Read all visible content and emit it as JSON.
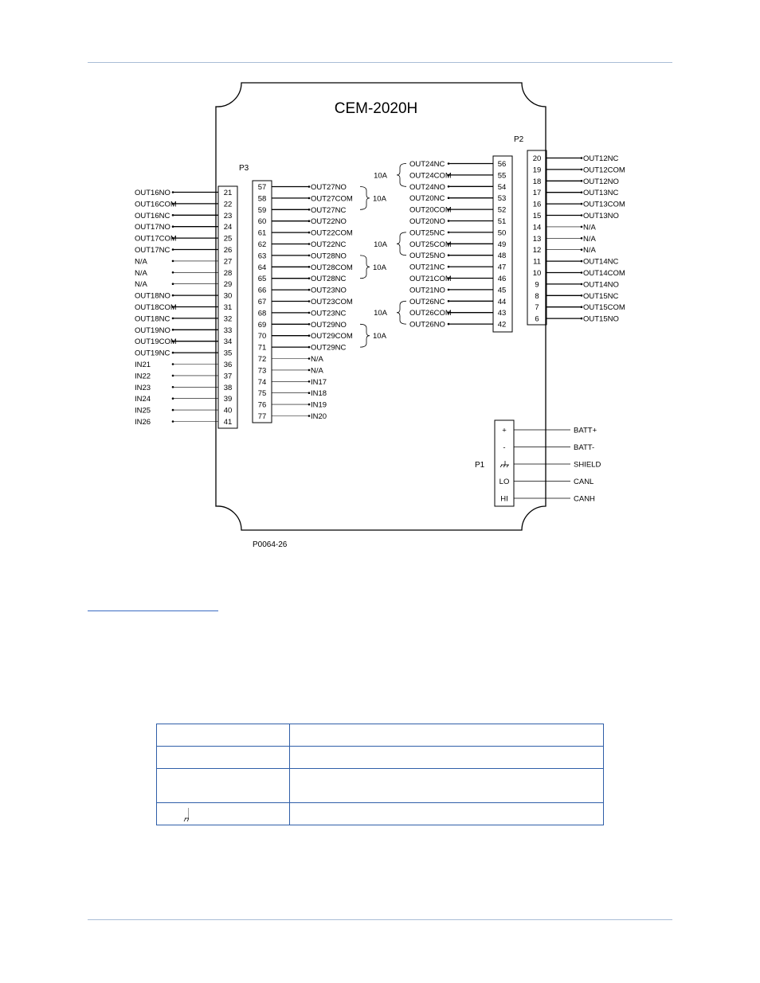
{
  "diagram": {
    "title": "CEM-2020H",
    "figure_id": "P0064-26",
    "p3_label": "P3",
    "p2_label": "P2",
    "p1_label": "P1",
    "current_rating": "10A",
    "left_terminals": [
      {
        "pin": "21",
        "sig": "OUT16NO"
      },
      {
        "pin": "22",
        "sig": "OUT16COM"
      },
      {
        "pin": "23",
        "sig": "OUT16NC"
      },
      {
        "pin": "24",
        "sig": "OUT17NO"
      },
      {
        "pin": "25",
        "sig": "OUT17COM"
      },
      {
        "pin": "26",
        "sig": "OUT17NC"
      },
      {
        "pin": "27",
        "sig": "N/A"
      },
      {
        "pin": "28",
        "sig": "N/A"
      },
      {
        "pin": "29",
        "sig": "N/A"
      },
      {
        "pin": "30",
        "sig": "OUT18NO"
      },
      {
        "pin": "31",
        "sig": "OUT18COM"
      },
      {
        "pin": "32",
        "sig": "OUT18NC"
      },
      {
        "pin": "33",
        "sig": "OUT19NO"
      },
      {
        "pin": "34",
        "sig": "OUT19COM"
      },
      {
        "pin": "35",
        "sig": "OUT19NC"
      },
      {
        "pin": "36",
        "sig": "IN21"
      },
      {
        "pin": "37",
        "sig": "IN22"
      },
      {
        "pin": "38",
        "sig": "IN23"
      },
      {
        "pin": "39",
        "sig": "IN24"
      },
      {
        "pin": "40",
        "sig": "IN25"
      },
      {
        "pin": "41",
        "sig": "IN26"
      }
    ],
    "p3_terminals": [
      {
        "pin": "57",
        "sig": "OUT27NO"
      },
      {
        "pin": "58",
        "sig": "OUT27COM"
      },
      {
        "pin": "59",
        "sig": "OUT27NC"
      },
      {
        "pin": "60",
        "sig": "OUT22NO"
      },
      {
        "pin": "61",
        "sig": "OUT22COM"
      },
      {
        "pin": "62",
        "sig": "OUT22NC"
      },
      {
        "pin": "63",
        "sig": "OUT28NO"
      },
      {
        "pin": "64",
        "sig": "OUT28COM"
      },
      {
        "pin": "65",
        "sig": "OUT28NC"
      },
      {
        "pin": "66",
        "sig": "OUT23NO"
      },
      {
        "pin": "67",
        "sig": "OUT23COM"
      },
      {
        "pin": "68",
        "sig": "OUT23NC"
      },
      {
        "pin": "69",
        "sig": "OUT29NO"
      },
      {
        "pin": "70",
        "sig": "OUT29COM"
      },
      {
        "pin": "71",
        "sig": "OUT29NC"
      },
      {
        "pin": "72",
        "sig": "N/A"
      },
      {
        "pin": "73",
        "sig": "N/A"
      },
      {
        "pin": "74",
        "sig": "IN17"
      },
      {
        "pin": "75",
        "sig": "IN18"
      },
      {
        "pin": "76",
        "sig": "IN19"
      },
      {
        "pin": "77",
        "sig": "IN20"
      }
    ],
    "mid_terminals": [
      {
        "pin": "56",
        "sig": "OUT24NC"
      },
      {
        "pin": "55",
        "sig": "OUT24COM"
      },
      {
        "pin": "54",
        "sig": "OUT24NO"
      },
      {
        "pin": "53",
        "sig": "OUT20NC"
      },
      {
        "pin": "52",
        "sig": "OUT20COM"
      },
      {
        "pin": "51",
        "sig": "OUT20NO"
      },
      {
        "pin": "50",
        "sig": "OUT25NC"
      },
      {
        "pin": "49",
        "sig": "OUT25COM"
      },
      {
        "pin": "48",
        "sig": "OUT25NO"
      },
      {
        "pin": "47",
        "sig": "OUT21NC"
      },
      {
        "pin": "46",
        "sig": "OUT21COM"
      },
      {
        "pin": "45",
        "sig": "OUT21NO"
      },
      {
        "pin": "44",
        "sig": "OUT26NC"
      },
      {
        "pin": "43",
        "sig": "OUT26COM"
      },
      {
        "pin": "42",
        "sig": "OUT26NO"
      }
    ],
    "p2_terminals": [
      {
        "pin": "20",
        "sig": "OUT12NC"
      },
      {
        "pin": "19",
        "sig": "OUT12COM"
      },
      {
        "pin": "18",
        "sig": "OUT12NO"
      },
      {
        "pin": "17",
        "sig": "OUT13NC"
      },
      {
        "pin": "16",
        "sig": "OUT13COM"
      },
      {
        "pin": "15",
        "sig": "OUT13NO"
      },
      {
        "pin": "14",
        "sig": "N/A"
      },
      {
        "pin": "13",
        "sig": "N/A"
      },
      {
        "pin": "12",
        "sig": "N/A"
      },
      {
        "pin": "11",
        "sig": "OUT14NC"
      },
      {
        "pin": "10",
        "sig": "OUT14COM"
      },
      {
        "pin": "9",
        "sig": "OUT14NO"
      },
      {
        "pin": "8",
        "sig": "OUT15NC"
      },
      {
        "pin": "7",
        "sig": "OUT15COM"
      },
      {
        "pin": "6",
        "sig": "OUT15NO"
      }
    ],
    "p1_terminals": [
      {
        "pin": "+",
        "sig": "BATT+"
      },
      {
        "pin": "-",
        "sig": "BATT-"
      },
      {
        "pin": "ground",
        "sig": "SHIELD"
      },
      {
        "pin": "LO",
        "sig": "CANL"
      },
      {
        "pin": "HI",
        "sig": "CANH"
      }
    ]
  }
}
